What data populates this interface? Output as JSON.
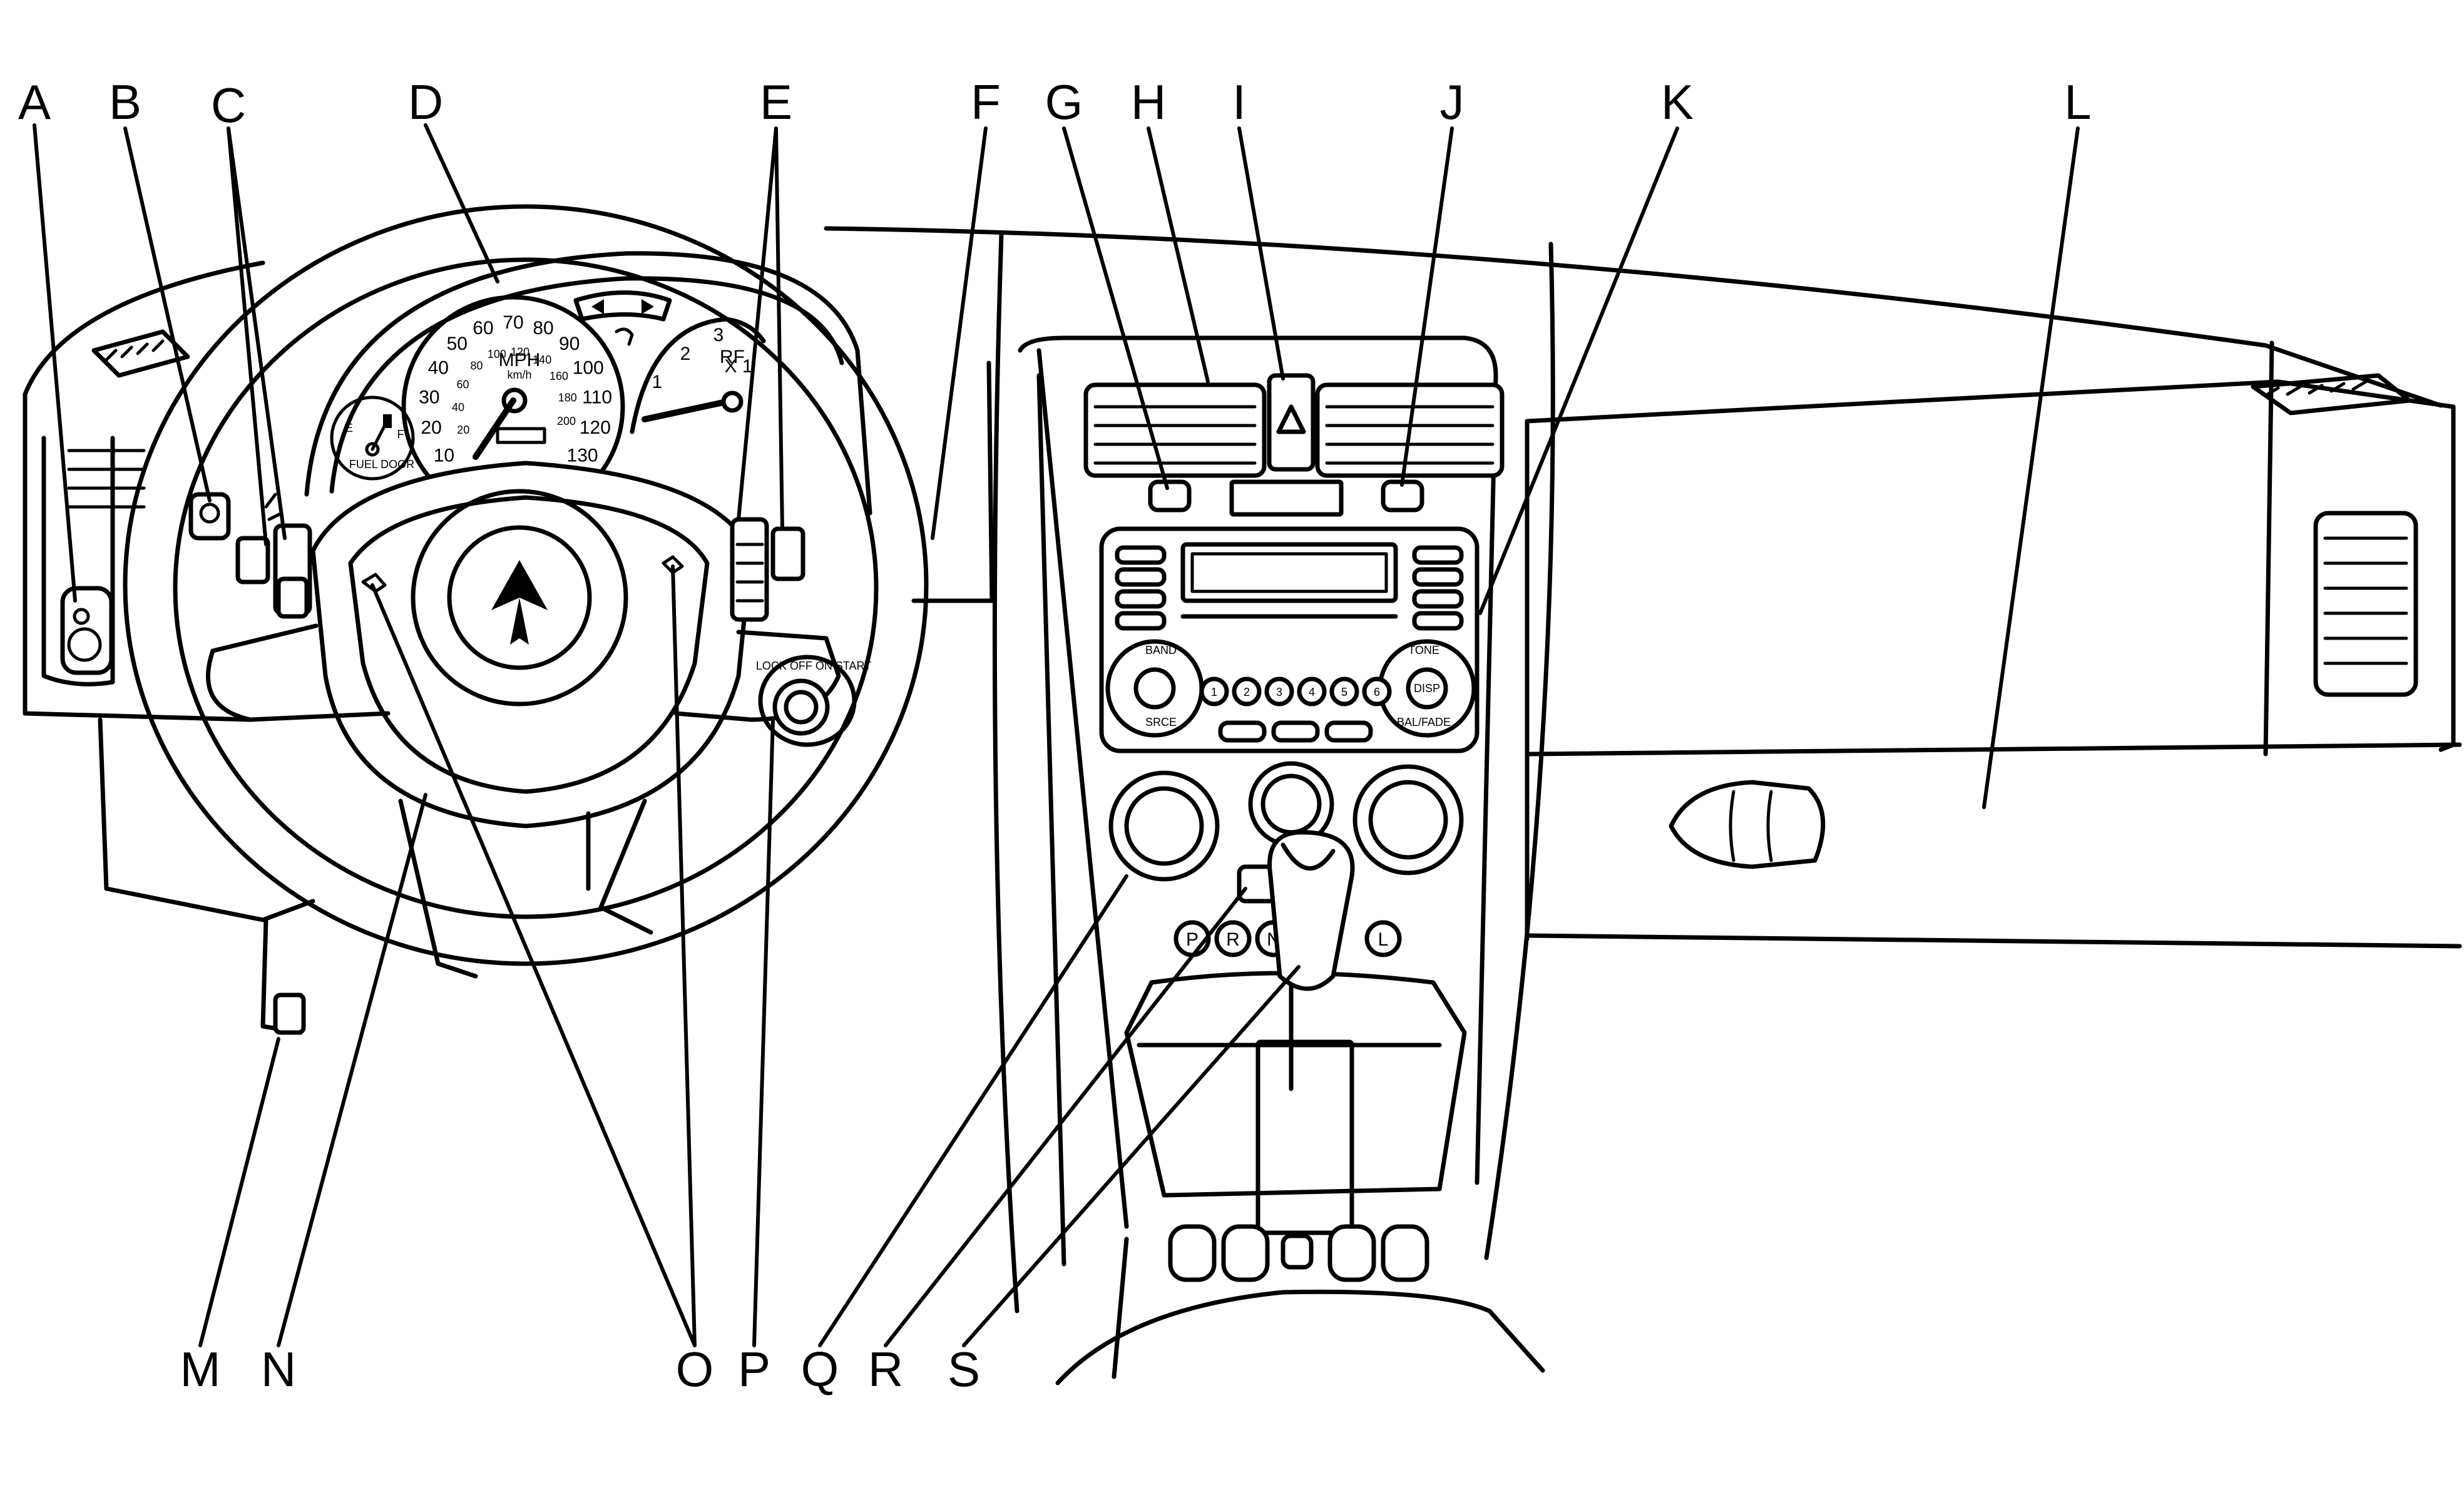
{
  "callouts": [
    "A",
    "B",
    "C",
    "D",
    "E",
    "F",
    "G",
    "H",
    "I",
    "J",
    "K",
    "L",
    "M",
    "N",
    "O",
    "P",
    "Q",
    "R",
    "S"
  ],
  "speedometer": {
    "mph": [
      "10",
      "20",
      "30",
      "40",
      "50",
      "60",
      "70",
      "80",
      "90",
      "100",
      "110",
      "120",
      "130"
    ],
    "unit_primary": "MPH",
    "unit_secondary": "km/h",
    "kmh": [
      "20",
      "40",
      "60",
      "80",
      "100",
      "120",
      "140",
      "160",
      "180",
      "200"
    ]
  },
  "tachometer": {
    "numbers": [
      "1",
      "2",
      "3"
    ],
    "unit_fragment": "RF",
    "multiplier_fragment": "X 1"
  },
  "fuel_gauge": {
    "empty": "E",
    "full": "F",
    "caption": "FUEL DOOR"
  },
  "radio": {
    "knob_left_top": "BAND",
    "knob_left_bottom": "SRCE",
    "knob_right_top": "TONE",
    "knob_right_bottom": "BAL/FADE",
    "knob_right_center": "DISP",
    "presets": [
      "1",
      "2",
      "3",
      "4",
      "5",
      "6"
    ]
  },
  "shifter": [
    "P",
    "R",
    "N",
    "L"
  ],
  "ignition": {
    "positions": "LOCK  OFF  ON  START"
  }
}
